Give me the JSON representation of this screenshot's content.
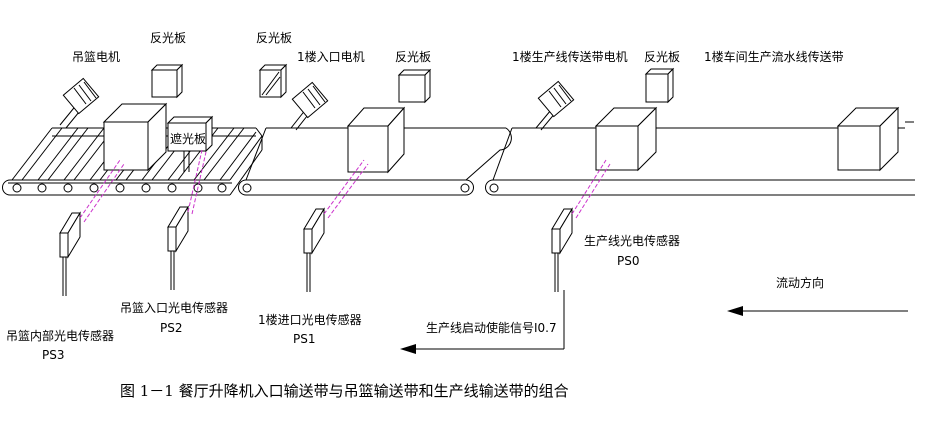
{
  "labels": {
    "basket_motor": "吊篮电机",
    "reflector_1": "反光板",
    "reflector_2": "反光板",
    "floor1_entry_motor": "1楼入口电机",
    "reflector_3": "反光板",
    "production_conveyor_motor": "1楼生产线传送带电机",
    "reflector_4": "反光板",
    "floor1_production_conveyor": "1楼车间生产流水线传送带",
    "shading_plate": "遮光板",
    "ps0_label": "生产线光电传感器",
    "ps0_code": "PS0",
    "flow_direction": "流动方向",
    "ps2_label": "吊篮入口光电传感器",
    "ps2_code": "PS2",
    "ps1_label": "1楼进口光电传感器",
    "ps1_code": "PS1",
    "ps3_label": "吊篮内部光电传感器",
    "ps3_code": "PS3",
    "start_signal": "生产线启动使能信号I0.7",
    "caption": "图 1－1 餐厅升降机入口输送带与吊篮输送带和生产线输送带的组合"
  },
  "colors": {
    "line": "#000000",
    "beam": "#cc33cc",
    "background": "#ffffff"
  }
}
